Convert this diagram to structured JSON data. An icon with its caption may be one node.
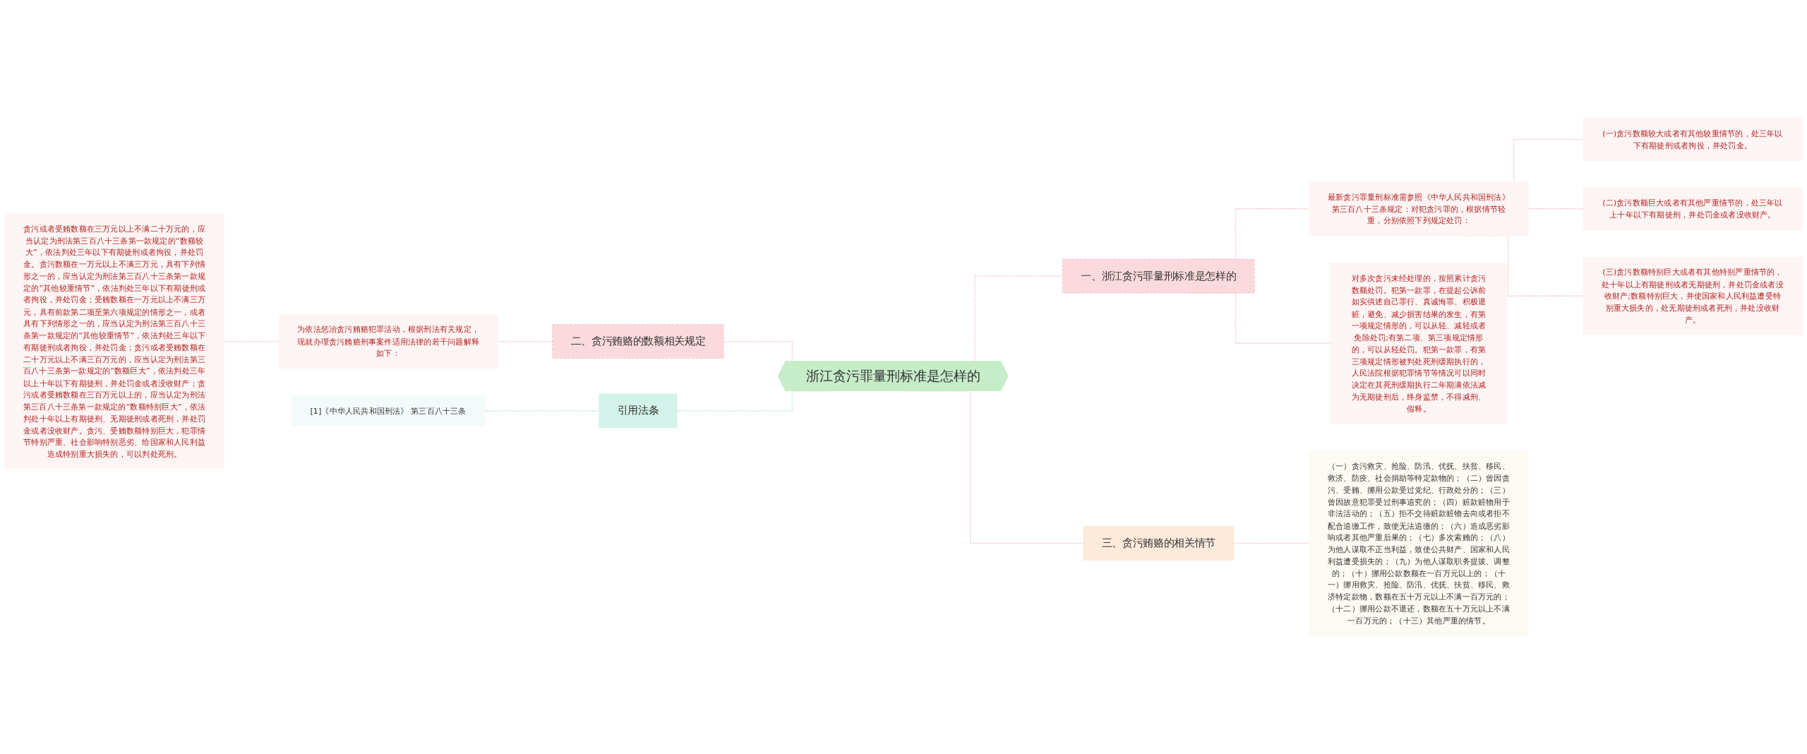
{
  "diagram": {
    "nodes": [
      {
        "text": [
          "浙江贪污罪量刑标准是怎样的"
        ]
      },
      {
        "text": [
          "一、浙江贪污罪量刑标准是怎样的"
        ]
      },
      {
        "text": [
          "最新贪污罪量刑标准需参照《中华人民共和国刑法》第三百八十三条规定：对犯贪污罪的，根据情节轻重，分别依照下列规定处罚："
        ]
      },
      {
        "text": [
          "(一)贪污数额较大或者有其他较重情节的，处三年以下有期徒刑或者拘役，并处罚金。"
        ]
      },
      {
        "text": [
          "(二)贪污数额巨大或者有其他严重情节的，处三年以上十年以下有期徒刑，并处罚金或者没收财产。"
        ]
      },
      {
        "text": [
          "(三)贪污数额特别巨大或者有其他特别严重情节的，处十年以上有期徒刑或者无期徒刑，并处罚金或者没收财产;数额特别巨大，并使国家和人民利益遭受特别重大损失的，处无期徒刑或者死刑，并处没收财产。"
        ]
      },
      {
        "text": [
          "对多次贪污未经处理的，按照累计贪污数额处罚。犯第一款罪，在提起公诉前如实供述自己罪行、真诚悔罪、积极退赃，避免、减少损害结果的发生，有第一项规定情形的，可以从轻、减轻或者免除处罚;有第二项、第三项规定情形的，可以从轻处罚。犯第一款罪，有第三项规定情形被判处死刑缓期执行的，人民法院根据犯罪情节等情况可以同时决定在其死刑缓期执行二年期满依法减为无期徒刑后，终身监禁，不得减刑、假释。"
        ]
      },
      {
        "text": [
          "三、贪污贿赂的相关情节"
        ]
      },
      {
        "text": [
          "（一）贪污救灾、抢险、防汛、优抚、扶贫、移民、救济、防疫、社会捐助等特定款物的；（二）曾因贪污、受贿、挪用公款受过党纪、行政处分的；（三）曾因故意犯罪受过刑事追究的；（四）赃款赃物用于非法活动的；（五）拒不交待赃款赃物去向或者拒不配合追缴工作，致使无法追缴的；（六）造成恶劣影响或者其他严重后果的；（七）多次索贿的；（八）为他人谋取不正当利益，致使公共财产、国家和人民利益遭受损失的；（九）为他人谋取职务提拔、调整的；（十）挪用公款数额在一百万元以上的；（十一）挪用救灾、抢险、防汛、优抚、扶贫、移民、救济特定款物，数额在五十万元以上不满一百万元的；（十二）挪用公款不退还，数额在五十万元以上不满一百万元的；（十三）其他严重的情节。"
        ]
      },
      {
        "text": [
          "二、贪污贿赂的数额相关规定"
        ]
      },
      {
        "text": [
          "为依法惩治贪污贿赂犯罪活动，根据刑法有关规定，现就办理贪污贿赂刑事案件适用法律的若干问题解释如下："
        ]
      },
      {
        "text": [
          "贪污或者受贿数额在三万元以上不满二十万元的，应当认定为刑法第三百八十三条第一款规定的“数额较大”，依法判处三年以下有期徒刑或者拘役，并处罚金。贪污数额在一万元以上不满三万元，具有下列情形之一的，应当认定为刑法第三百八十三条第一款规定的“其他较重情节”，依法判处三年以下有期徒刑或者拘役，并处罚金；受贿数额在一万元以上不满三万元，具有前款第二项至第六项规定的情形之一，或者具有下列情形之一的，应当认定为刑法第三百八十三条第一款规定的“其他较重情节”，依法判处三年以下有期徒刑或者拘役，并处罚金；贪污或者受贿数额在二十万元以上不满三百万元的，应当认定为刑法第三百八十三条第一款规定的“数额巨大”，依法判处三年以上十年以下有期徒刑，并处罚金或者没收财产；贪污或者受贿数额在三百万元以上的，应当认定为刑法第三百八十三条第一款规定的“数额特别巨大”，依法判处十年以上有期徒刑、无期徒刑或者死刑，并处罚金或者没收财产。贪污、受贿数额特别巨大，犯罪情节特别严重、社会影响特别恶劣、给国家和人民利益造成特别重大损失的，可以判处死刑。"
        ]
      },
      {
        "text": [
          "引用法条"
        ]
      },
      {
        "text": [
          "[1]《中华人民共和国刑法》 第三百八十三条"
        ]
      }
    ],
    "edges": [
      {
        "from": 0,
        "to": 1,
        "arrow": "none",
        "style": "dashed"
      },
      {
        "from": 1,
        "to": 2,
        "arrow": "none",
        "style": "dashed"
      },
      {
        "from": 2,
        "to": 3,
        "arrow": "none",
        "style": "dashed"
      },
      {
        "from": 2,
        "to": 4,
        "arrow": "none",
        "style": "dashed"
      },
      {
        "from": 2,
        "to": 5,
        "arrow": "none",
        "style": "dashed"
      },
      {
        "from": 1,
        "to": 6,
        "arrow": "none",
        "style": "dashed"
      },
      {
        "from": 0,
        "to": 7,
        "arrow": "none",
        "style": "dashed"
      },
      {
        "from": 7,
        "to": 8,
        "arrow": "none",
        "style": "dashed"
      },
      {
        "from": 0,
        "to": 9,
        "arrow": "none",
        "style": "dashed"
      },
      {
        "from": 9,
        "to": 10,
        "arrow": "none",
        "style": "dashed"
      },
      {
        "from": 10,
        "to": 11,
        "arrow": "none",
        "style": "dashed"
      },
      {
        "from": 0,
        "to": 12,
        "arrow": "none",
        "style": "dashed",
        "color": "#a8dccf"
      },
      {
        "from": 12,
        "to": 13,
        "arrow": "none",
        "style": "dashed",
        "color": "#a8dccf"
      }
    ]
  }
}
